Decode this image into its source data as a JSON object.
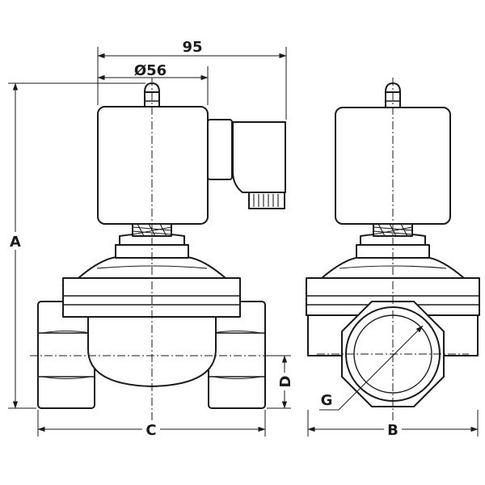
{
  "labels": {
    "dim_95": "95",
    "dim_56": "Ø56",
    "dim_a": "A",
    "dim_b": "B",
    "dim_c": "C",
    "dim_d": "D",
    "dim_g": "G"
  },
  "colors": {
    "line": "#1a1a1a",
    "background": "#ffffff"
  }
}
